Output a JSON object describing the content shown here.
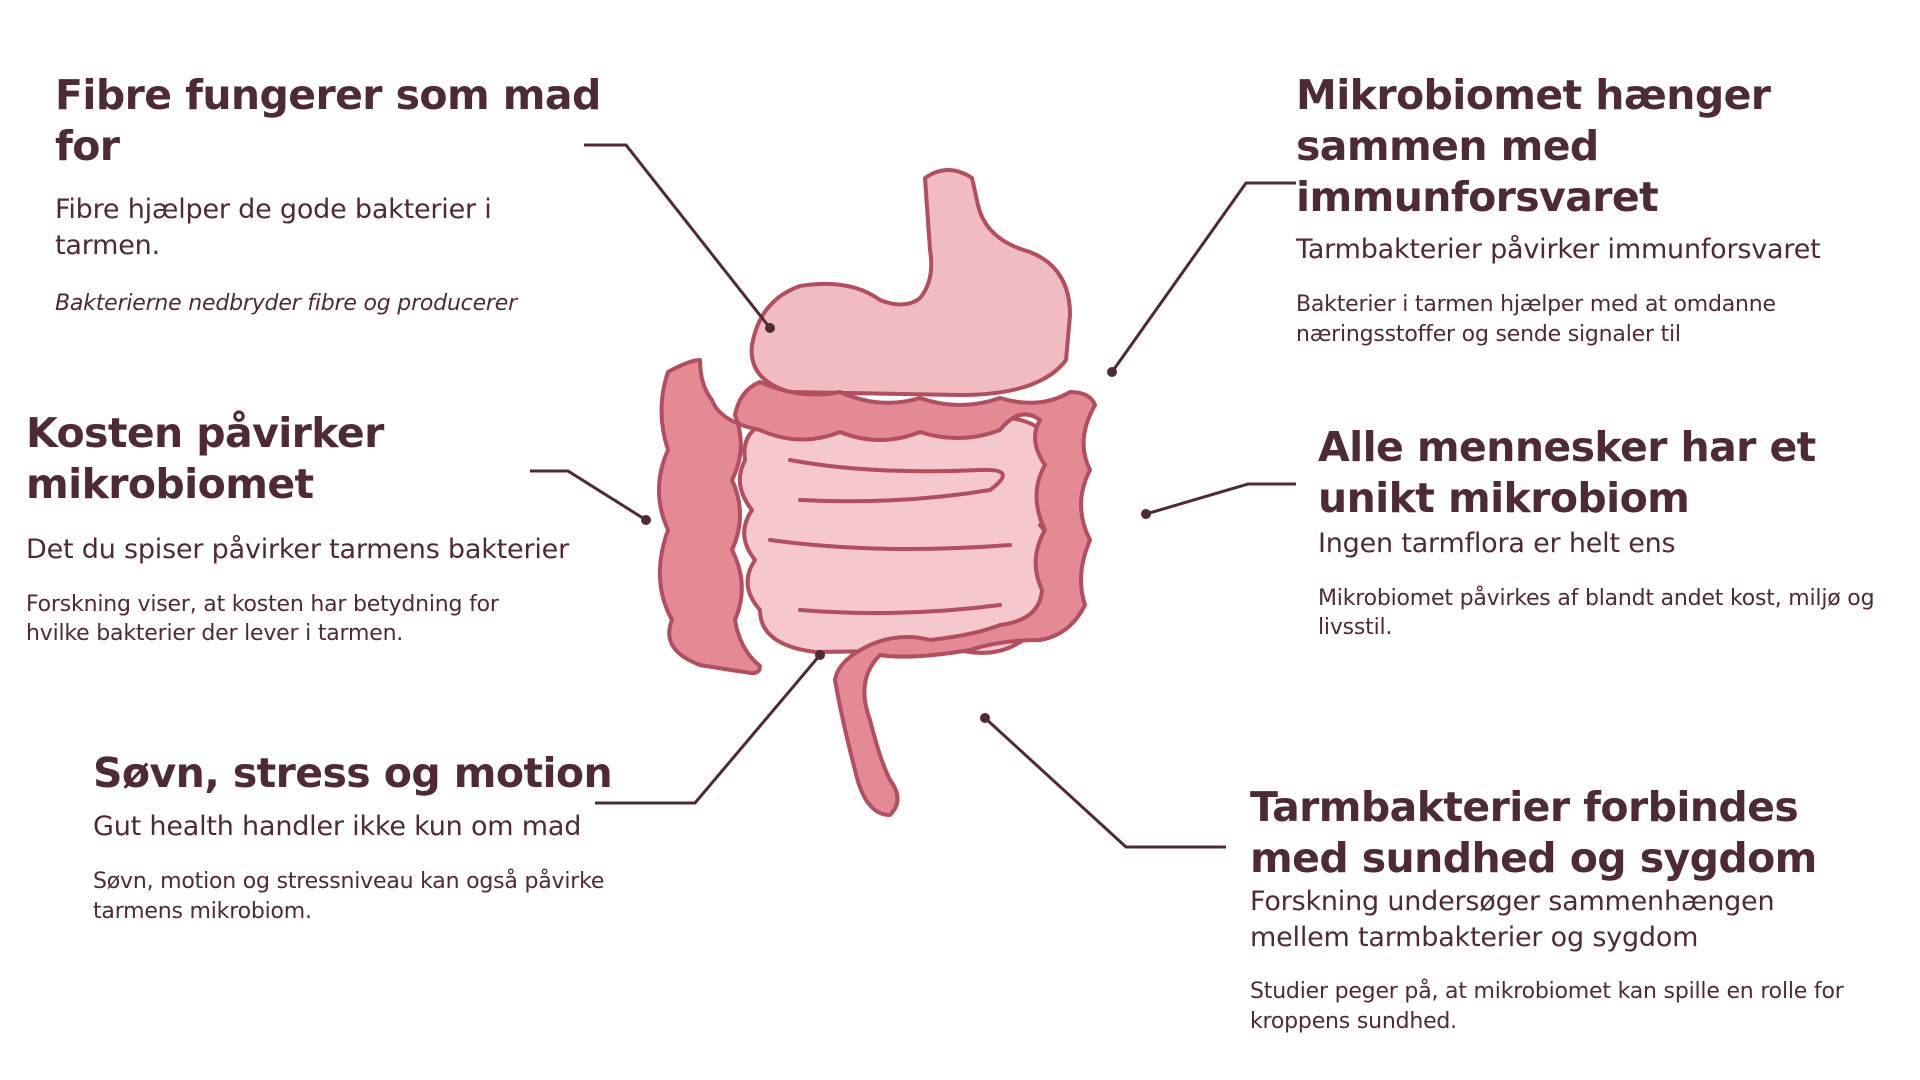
{
  "colors": {
    "text": "#4e2b34",
    "colon_fill": "#e48a95",
    "colon_stroke": "#b24e5f",
    "stomach_fill": "#f0bcc2",
    "small_intestine_fill": "#f4c8cd",
    "connector": "#4e2b34"
  },
  "items": {
    "fibre": {
      "title": "Fibre fungerer som mad for",
      "subtitle": "Fibre hjælper de gode bakterier i tarmen.",
      "body": "Bakterierne nedbryder fibre og producerer"
    },
    "immun": {
      "title": "Mikrobiomet hænger sammen med immunforsvaret",
      "subtitle": "Tarmbakterier påvirker immunforsvaret",
      "body": "Bakterier i tarmen hjælper med at omdanne næringsstoffer og sende signaler til"
    },
    "kost": {
      "title": "Kosten påvirker mikrobiomet",
      "subtitle": "Det du spiser påvirker tarmens bakterier",
      "body": "Forskning viser, at kosten har betydning for hvilke bakterier der lever i tarmen."
    },
    "unik": {
      "title": "Alle mennesker har et unikt mikrobiom",
      "subtitle": "Ingen tarmflora er helt ens",
      "body": "Mikrobiomet påvirkes af blandt andet kost, miljø og livsstil."
    },
    "sovn": {
      "title": "Søvn, stress og motion",
      "subtitle": "Gut health handler ikke kun om mad",
      "body": "Søvn, motion og stressniveau kan også påvirke tarmens mikrobiom."
    },
    "sygdom": {
      "title": "Tarmbakterier forbindes med sundhed og sygdom",
      "subtitle": "Forskning undersøger sammenhængen mellem tarmbakterier og sygdom",
      "body": "Studier peger på, at mikrobiomet kan spille en rolle for kroppens sundhed."
    }
  }
}
